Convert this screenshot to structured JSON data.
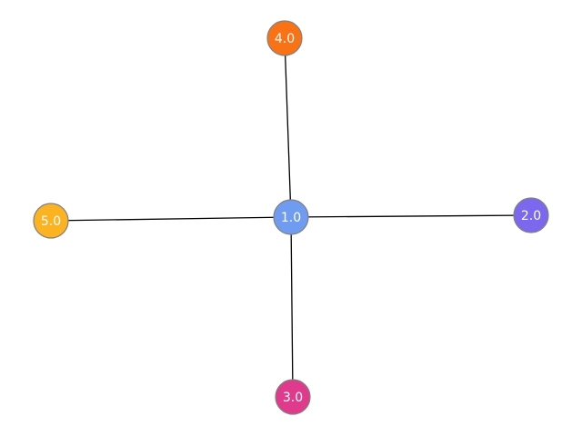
{
  "graph": {
    "nodes": [
      {
        "id": "n1",
        "label": "1.0",
        "color": "#6f9cf0"
      },
      {
        "id": "n2",
        "label": "2.0",
        "color": "#7b68ee"
      },
      {
        "id": "n3",
        "label": "3.0",
        "color": "#e03a8c"
      },
      {
        "id": "n4",
        "label": "4.0",
        "color": "#f97316"
      },
      {
        "id": "n5",
        "label": "5.0",
        "color": "#fbb321"
      }
    ],
    "edges": [
      {
        "source": "n1",
        "target": "n2"
      },
      {
        "source": "n1",
        "target": "n3"
      },
      {
        "source": "n1",
        "target": "n4"
      },
      {
        "source": "n1",
        "target": "n5"
      }
    ]
  }
}
